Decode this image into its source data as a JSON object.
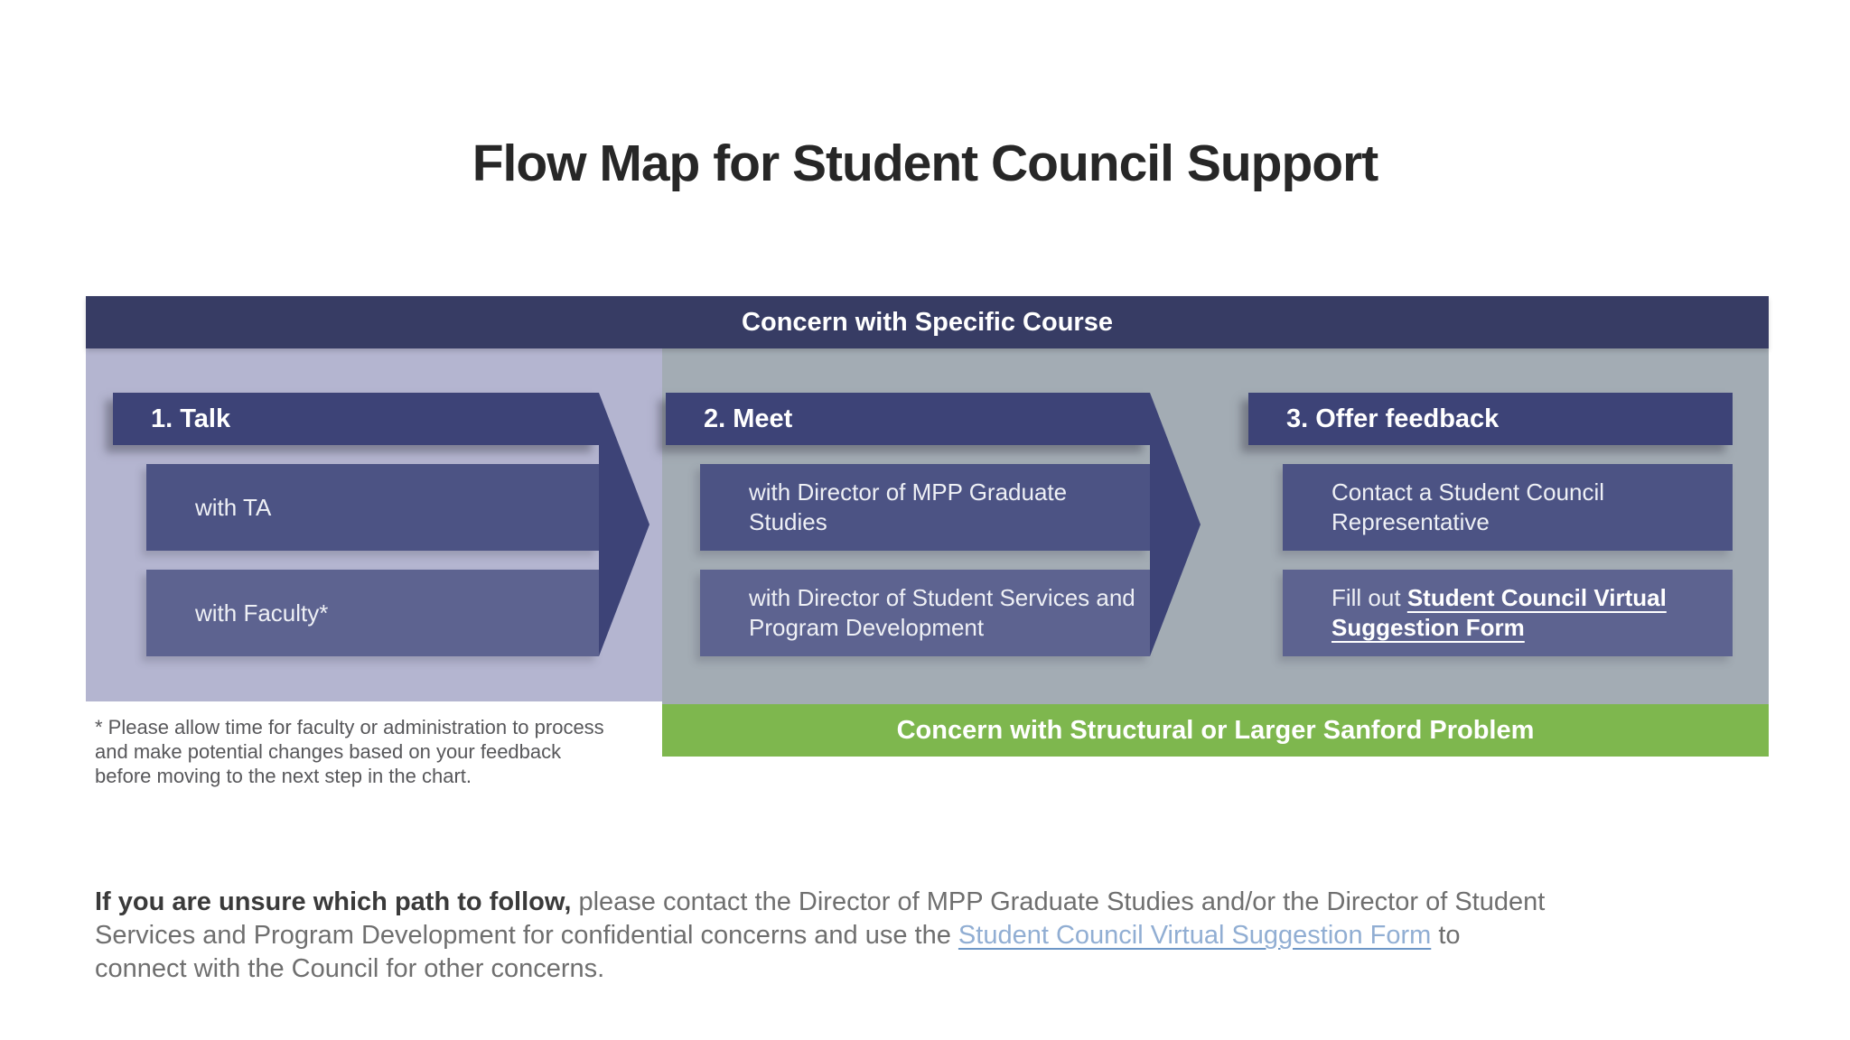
{
  "page": {
    "title": "Flow Map for Student Council Support"
  },
  "diagram": {
    "top_banner": "Concern with Specific Course",
    "bottom_banner": "Concern with Structural or Larger Sanford Problem",
    "steps": [
      {
        "header": "1. Talk",
        "items": [
          "with TA",
          "with Faculty*"
        ]
      },
      {
        "header": "2. Meet",
        "items": [
          "with Director of MPP Graduate Studies",
          "with Director of Student Services and Program Development"
        ]
      },
      {
        "header": "3. Offer feedback",
        "items": [
          "Contact a Student Council Representative"
        ],
        "form_item": {
          "prefix": "Fill out ",
          "link_label": "Student Council Virtual Suggestion Form"
        }
      }
    ],
    "footnote": "* Please allow time for faculty or administration to process and make potential changes based on your feedback before moving to the next step in the chart."
  },
  "closing": {
    "lead_bold": "If you are unsure which path to follow,",
    "line1_rest": " please contact the Director of MPP Graduate Studies and/or the Director of Student",
    "line2_before_link": "Services and Program Development for confidential concerns and use the ",
    "link_label": "Student Council Virtual Suggestion Form",
    "line2_after_link": " to",
    "line3": "connect with the Council for other concerns."
  },
  "colors": {
    "banner_navy": "#373c64",
    "step_navy": "#3d4377",
    "row1_blue": "#4c5384",
    "row2_blue": "#5d6390",
    "lavender_panel": "#b4b5d0",
    "gray_panel": "#a3acb4",
    "green_banner": "#7eb74e",
    "link_blue": "#91aed3"
  }
}
